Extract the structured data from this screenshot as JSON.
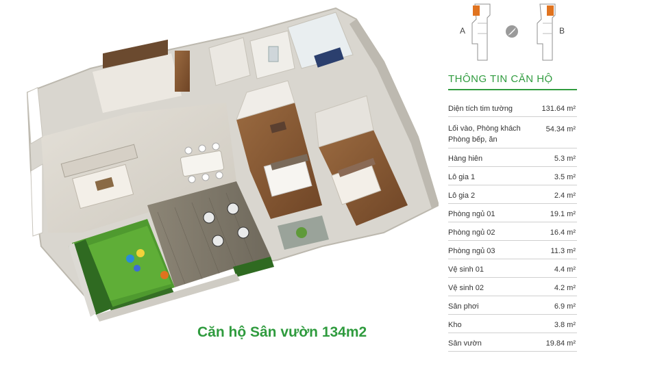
{
  "caption": "Căn hộ Sân vườn 134m2",
  "towers": {
    "a_label": "A",
    "b_label": "B"
  },
  "info": {
    "title": "THÔNG TIN CĂN HỘ",
    "unit": "m²",
    "rows": [
      {
        "label": "Diện tích tim tường",
        "value": "131.64 m²"
      },
      {
        "label": "Lối vào, Phòng khách",
        "label2": "Phòng bếp, ăn",
        "value": "54.34 m²"
      },
      {
        "label": "Hàng hiên",
        "value": "5.3 m²"
      },
      {
        "label": "Lô gia 1",
        "value": "3.5 m²"
      },
      {
        "label": "Lô gia 2",
        "value": "2.4 m²"
      },
      {
        "label": "Phòng ngủ 01",
        "value": "19.1 m²"
      },
      {
        "label": "Phòng ngủ 02",
        "value": "16.4 m²"
      },
      {
        "label": "Phòng ngủ 03",
        "value": "11.3 m²"
      },
      {
        "label": "Vệ sinh 01",
        "value": "4.4 m²"
      },
      {
        "label": "Vệ sinh 02",
        "value": "4.2 m²"
      },
      {
        "label": "Sân phơi",
        "value": "6.9 m²"
      },
      {
        "label": "Kho",
        "value": "3.8 m²"
      },
      {
        "label": "Sân vườn",
        "value": "19.84 m²"
      }
    ]
  },
  "colors": {
    "accent": "#2f9b3e",
    "wood": "#8a5a34",
    "wall": "#f2f0ec",
    "grass": "#4f9a2f",
    "marker": "#e0731f"
  }
}
